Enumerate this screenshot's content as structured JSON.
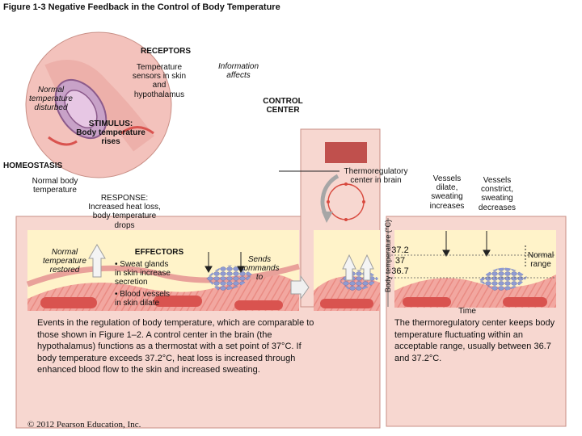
{
  "figure_title": "Figure 1-3  Negative Feedback in the Control of Body Temperature",
  "labels": {
    "receptors": "RECEPTORS",
    "temperature_sensors": "Temperature\nsensors in skin\nand\nhypothalamus",
    "information_affects": "Information\naffects",
    "control_center": "CONTROL\nCENTER",
    "normal_temperature_disturbed": "Normal\ntemperature\ndisturbed",
    "stimulus": "STIMULUS:\nBody temperature\nrises",
    "homeostasis": "HOMEOSTASIS",
    "normal_body_temperature": "Normal body\ntemperature",
    "response": "RESPONSE:\nIncreased heat loss,\nbody temperature\ndrops",
    "normal_temperature_restored": "Normal\ntemperature\nrestored",
    "effectors": "EFFECTORS",
    "effector_item_1": "• Sweat glands\n  in skin increase\n  secretion",
    "effector_item_2": "• Blood vessels\n  in skin dilate",
    "sends_commands_to": "Sends\ncommands\nto",
    "thermoregulatory_center": "Thermoregulatory\ncenter in brain",
    "vessels_dilate": "Vessels\ndilate,\nsweating\nincreases",
    "vessels_constrict": "Vessels\nconstrict,\nsweating\ndecreases",
    "y_axis_label": "Body temperature (°C)",
    "tick_high": "37.2",
    "tick_mid": "37",
    "tick_low": "36.7",
    "normal_range": "Normal\nrange",
    "time_label": "Time"
  },
  "captions": {
    "left": "Events in the regulation of body temperature, which are comparable to those shown in Figure 1–2. A control center in the brain (the hypothalamus) functions as a thermostat with a set point of 37°C. If body temperature exceeds 37.2°C, heat loss is increased through enhanced blood flow to the skin and increased sweating.",
    "right": "The thermoregulatory center keeps body temperature fluctuating within an acceptable range, usually between 36.7 and 37.2°C."
  },
  "copyright": "© 2012 Pearson Education, Inc.",
  "colors": {
    "panel_fill": "#f7d7d0",
    "panel_border": "#c98f86",
    "skin_yellow": "#fff3c9",
    "skin_pink": "#f2a7a0",
    "vessel_red": "#d9534f",
    "vessel_light": "#f3b7b1",
    "gland_blue": "#9aa7d8",
    "arrow_gray": "#e0e0e0",
    "brain_red": "#d84a3f"
  }
}
